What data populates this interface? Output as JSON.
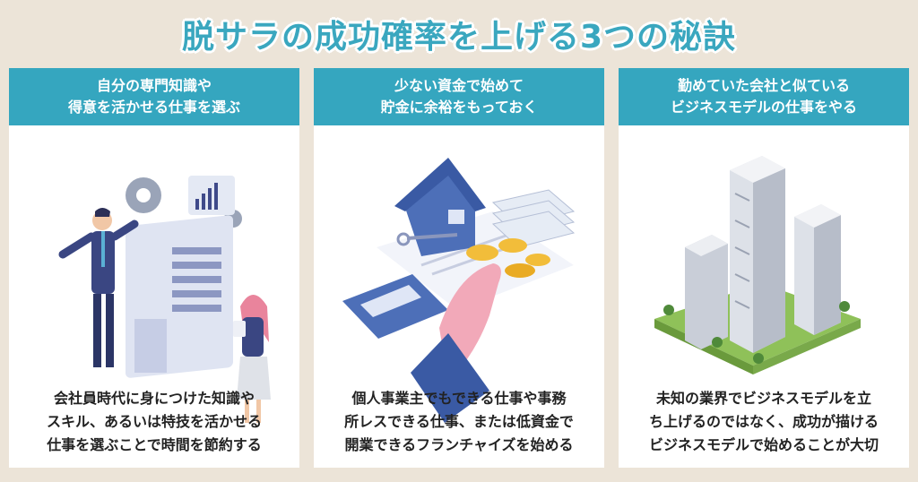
{
  "title": "脱サラの成功確率を上げる3つの秘訣",
  "cards": [
    {
      "heading": [
        "自分の専門知識や",
        "得意を活かせる仕事を選ぶ"
      ],
      "body": [
        "会社員時代に身につけた知識や",
        "スキル、あるいは特技を活かせる",
        "仕事を選ぶことで時間を節約する"
      ]
    },
    {
      "heading": [
        "少ない資金で始めて",
        "貯金に余裕をもっておく"
      ],
      "body": [
        "個人事業主でもできる仕事や事務",
        "所レスできる仕事、または低資金で",
        "開業できるフランチャイズを始める"
      ]
    },
    {
      "heading": [
        "勤めていた会社と似ている",
        "ビジネスモデルの仕事をやる"
      ],
      "body": [
        "未知の業界でビジネスモデルを立",
        "ち上げるのではなく、成功が描ける",
        "ビジネスモデルで始めることが大切"
      ]
    }
  ],
  "colors": {
    "accent": "#35a6bf",
    "background": "#ece4d8",
    "title": "#3aa7bf"
  },
  "icons": [
    "presentation-illustration",
    "house-money-illustration",
    "buildings-illustration"
  ]
}
